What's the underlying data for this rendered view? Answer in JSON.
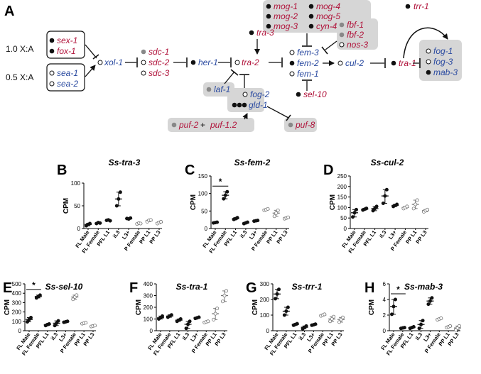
{
  "panels": {
    "A": "A",
    "B": "B",
    "C": "C",
    "D": "D",
    "E": "E",
    "F": "F",
    "G": "G",
    "H": "H"
  },
  "pathway": {
    "ratio_high": "1.0 X:A",
    "ratio_low": "0.5 X:A",
    "genes": {
      "sex1": "sex-1",
      "fox1": "fox-1",
      "sea1": "sea-1",
      "sea2": "sea-2",
      "xol1": "xol-1",
      "sdc1": "sdc-1",
      "sdc2": "sdc-2",
      "sdc3": "sdc-3",
      "her1": "her-1",
      "tra3": "tra-3",
      "tra2": "tra-2",
      "mog1": "mog-1",
      "mog2": "mog-2",
      "mog3": "mog-3",
      "mog4": "mog-4",
      "mog5": "mog-5",
      "cyn4": "cyn-4",
      "fbf1": "fbf-1",
      "fbf2": "fbf-2",
      "nos3": "nos-3",
      "fem3": "fem-3",
      "fem2": "fem-2",
      "fem1": "fem-1",
      "cul2": "cul-2",
      "tra1": "tra-1",
      "trr1": "trr-1",
      "fog1": "fog-1",
      "fog3": "fog-3",
      "mab3": "mab-3",
      "laf1": "laf-1",
      "fog2": "fog-2",
      "gld1": "gld-1",
      "sel10": "sel-10",
      "puf2": "puf-2",
      "plus": "+",
      "puf12": "puf-1.2",
      "puf8": "puf-8"
    }
  },
  "colors": {
    "male_gene": "#b0123a",
    "female_gene": "#2a4aa0",
    "highlight_box": "#d6d6d6"
  },
  "chart_data": [
    {
      "id": "B",
      "type": "scatter",
      "title": "Ss-tra-3",
      "ylabel": "CPM",
      "categories": [
        "FL Male",
        "FL Female",
        "PFL L1",
        "iL3",
        "L3+",
        "P Female",
        "PP L1",
        "PP L3"
      ],
      "ylim": [
        0,
        100
      ],
      "yticks": [
        "0",
        "50",
        "100"
      ],
      "means": [
        9,
        12,
        18,
        65,
        22,
        11,
        17,
        13
      ],
      "points": [
        [
          6,
          9,
          11
        ],
        [
          11,
          13,
          12
        ],
        [
          18,
          19,
          17
        ],
        [
          50,
          65,
          80
        ],
        [
          22,
          21,
          23
        ],
        [
          10,
          12,
          11
        ],
        [
          15,
          18,
          19
        ],
        [
          11,
          13,
          15
        ]
      ],
      "significance": []
    },
    {
      "id": "C",
      "type": "scatter",
      "title": "Ss-fem-2",
      "ylabel": "CPM",
      "categories": [
        "FL Male",
        "FL Female",
        "PFL L1",
        "iL3",
        "L3+",
        "P Female",
        "PP L1",
        "PP L3"
      ],
      "ylim": [
        0,
        150
      ],
      "yticks": [
        "0",
        "50",
        "100",
        "150"
      ],
      "means": [
        17,
        95,
        28,
        16,
        22,
        54,
        44,
        30
      ],
      "points": [
        [
          16,
          17,
          18
        ],
        [
          85,
          95,
          105
        ],
        [
          26,
          28,
          31
        ],
        [
          14,
          16,
          18
        ],
        [
          21,
          22,
          23
        ],
        [
          52,
          54,
          56
        ],
        [
          35,
          44,
          52
        ],
        [
          28,
          30,
          32
        ]
      ],
      "significance": [
        {
          "from": 0,
          "to": 1,
          "label": "*"
        }
      ]
    },
    {
      "id": "D",
      "type": "scatter",
      "title": "Ss-cul-2",
      "ylabel": "CPM",
      "categories": [
        "FL Male",
        "FL Female",
        "PFL L1",
        "iL3",
        "L3+",
        "P Female",
        "PP L1",
        "PP L3"
      ],
      "ylim": [
        0,
        250
      ],
      "yticks": [
        "0",
        "50",
        "100",
        "150",
        "200",
        "250"
      ],
      "means": [
        75,
        92,
        95,
        155,
        110,
        100,
        115,
        85
      ],
      "points": [
        [
          55,
          75,
          90
        ],
        [
          88,
          92,
          96
        ],
        [
          85,
          95,
          105
        ],
        [
          120,
          155,
          185
        ],
        [
          105,
          110,
          115
        ],
        [
          95,
          100,
          105
        ],
        [
          95,
          115,
          135
        ],
        [
          80,
          85,
          90
        ]
      ],
      "significance": []
    },
    {
      "id": "E",
      "type": "scatter",
      "title": "Ss-sel-10",
      "ylabel": "CPM",
      "categories": [
        "FL Male",
        "FL Female",
        "PFL L1",
        "iL3",
        "L3+",
        "P Female",
        "PP L1",
        "PP L3"
      ],
      "ylim": [
        0,
        500
      ],
      "yticks": [
        "0",
        "100",
        "200",
        "300",
        "400",
        "500"
      ],
      "means": [
        120,
        365,
        65,
        80,
        95,
        360,
        80,
        50
      ],
      "points": [
        [
          95,
          120,
          140
        ],
        [
          350,
          365,
          380
        ],
        [
          55,
          65,
          72
        ],
        [
          55,
          80,
          105
        ],
        [
          90,
          95,
          100
        ],
        [
          335,
          360,
          380
        ],
        [
          75,
          80,
          85
        ],
        [
          45,
          50,
          55
        ]
      ],
      "significance": [
        {
          "from": 0,
          "to": 1,
          "label": "*"
        }
      ]
    },
    {
      "id": "F",
      "type": "scatter",
      "title": "Ss-tra-1",
      "ylabel": "CPM",
      "categories": [
        "FL Male",
        "FL Female",
        "PFL L1",
        "iL3",
        "L3+",
        "P Female",
        "PP L1",
        "PP L3"
      ],
      "ylim": [
        0,
        400
      ],
      "yticks": [
        "0",
        "100",
        "200",
        "300",
        "400"
      ],
      "means": [
        110,
        125,
        90,
        55,
        110,
        75,
        145,
        300
      ],
      "points": [
        [
          100,
          110,
          125
        ],
        [
          115,
          125,
          135
        ],
        [
          80,
          90,
          100
        ],
        [
          20,
          55,
          80
        ],
        [
          105,
          110,
          115
        ],
        [
          70,
          75,
          80
        ],
        [
          95,
          145,
          190
        ],
        [
          250,
          300,
          340
        ]
      ],
      "significance": []
    },
    {
      "id": "G",
      "type": "scatter",
      "title": "Ss-trr-1",
      "ylabel": "CPM",
      "categories": [
        "FL Male",
        "FL Female",
        "PFL L1",
        "iL3",
        "L3+",
        "P Female",
        "PP L1",
        "PP L3"
      ],
      "ylim": [
        0,
        300
      ],
      "yticks": [
        "0",
        "100",
        "200",
        "300"
      ],
      "means": [
        235,
        125,
        40,
        22,
        38,
        100,
        75,
        72
      ],
      "points": [
        [
          205,
          235,
          265
        ],
        [
          100,
          125,
          150
        ],
        [
          35,
          40,
          45
        ],
        [
          12,
          22,
          30
        ],
        [
          35,
          38,
          42
        ],
        [
          95,
          100,
          105
        ],
        [
          60,
          75,
          90
        ],
        [
          55,
          72,
          85
        ]
      ],
      "significance": []
    },
    {
      "id": "H",
      "type": "scatter",
      "title": "Ss-mab-3",
      "ylabel": "CPM",
      "categories": [
        "FL Male",
        "FL Female",
        "PFL L1",
        "iL3",
        "L3+",
        "P Female",
        "PP L1",
        "PP L3"
      ],
      "ylim": [
        0,
        6
      ],
      "yticks": [
        "0",
        "2",
        "4",
        "6"
      ],
      "means": [
        3.1,
        0.35,
        0.4,
        0.8,
        3.8,
        1.5,
        0.5,
        0.35
      ],
      "points": [
        [
          2.1,
          3.1,
          4.0
        ],
        [
          0.3,
          0.35,
          0.4
        ],
        [
          0.3,
          0.4,
          0.5
        ],
        [
          0.3,
          0.8,
          1.3
        ],
        [
          3.4,
          3.8,
          4.2
        ],
        [
          1.4,
          1.5,
          1.6
        ],
        [
          0.4,
          0.5,
          0.6
        ],
        [
          0.1,
          0.35,
          0.6
        ]
      ],
      "significance": [
        {
          "from": 0,
          "to": 1,
          "label": "*"
        }
      ]
    }
  ]
}
